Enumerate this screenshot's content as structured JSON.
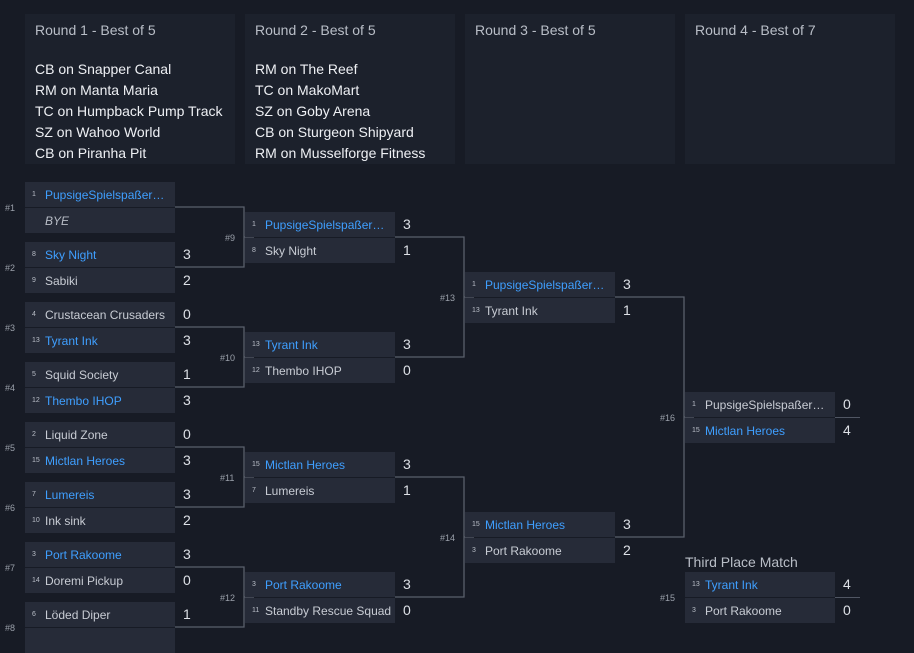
{
  "rounds": [
    {
      "title": "Round 1 - Best of 5",
      "maps": [
        "CB on Snapper Canal",
        "RM on Manta Maria",
        "TC on Humpback Pump Track",
        "SZ on Wahoo World",
        "CB on Piranha Pit"
      ]
    },
    {
      "title": "Round 2 - Best of 5",
      "maps": [
        "RM on The Reef",
        "TC on MakoMart",
        "SZ on Goby Arena",
        "CB on Sturgeon Shipyard",
        "RM on Musselforge Fitness"
      ]
    },
    {
      "title": "Round 3 - Best of 5",
      "maps": []
    },
    {
      "title": "Round 4 - Best of 7",
      "maps": []
    }
  ],
  "third_place_title": "Third Place Match",
  "matches": [
    {
      "id": "#1",
      "top": {
        "seed": "1",
        "name": "PupsigeSpielspaßerwerb",
        "score": "",
        "win": true
      },
      "bottom": {
        "seed": "",
        "name": "BYE",
        "score": "",
        "bye": true
      }
    },
    {
      "id": "#2",
      "top": {
        "seed": "8",
        "name": "Sky Night",
        "score": "3",
        "win": true
      },
      "bottom": {
        "seed": "9",
        "name": "Sabiki",
        "score": "2"
      }
    },
    {
      "id": "#3",
      "top": {
        "seed": "4",
        "name": "Crustacean Crusaders",
        "score": "0"
      },
      "bottom": {
        "seed": "13",
        "name": "Tyrant Ink",
        "score": "3",
        "win": true
      }
    },
    {
      "id": "#4",
      "top": {
        "seed": "5",
        "name": "Squid Society",
        "score": "1"
      },
      "bottom": {
        "seed": "12",
        "name": "Thembo IHOP",
        "score": "3",
        "win": true
      }
    },
    {
      "id": "#5",
      "top": {
        "seed": "2",
        "name": "Liquid Zone",
        "score": "0"
      },
      "bottom": {
        "seed": "15",
        "name": "Mictlan Heroes",
        "score": "3",
        "win": true
      }
    },
    {
      "id": "#6",
      "top": {
        "seed": "7",
        "name": "Lumereis",
        "score": "3",
        "win": true
      },
      "bottom": {
        "seed": "10",
        "name": "Ink sink",
        "score": "2"
      }
    },
    {
      "id": "#7",
      "top": {
        "seed": "3",
        "name": "Port Rakoome",
        "score": "3",
        "win": true
      },
      "bottom": {
        "seed": "14",
        "name": "Doremi Pickup",
        "score": "0"
      }
    },
    {
      "id": "#8",
      "top": {
        "seed": "6",
        "name": "Löded Diper",
        "score": "1"
      },
      "bottom": {
        "seed": "",
        "name": "",
        "score": ""
      }
    },
    {
      "id": "#9",
      "top": {
        "seed": "1",
        "name": "PupsigeSpielspaßerwerb",
        "score": "3",
        "win": true
      },
      "bottom": {
        "seed": "8",
        "name": "Sky Night",
        "score": "1"
      }
    },
    {
      "id": "#10",
      "top": {
        "seed": "13",
        "name": "Tyrant Ink",
        "score": "3",
        "win": true
      },
      "bottom": {
        "seed": "12",
        "name": "Thembo IHOP",
        "score": "0"
      }
    },
    {
      "id": "#11",
      "top": {
        "seed": "15",
        "name": "Mictlan Heroes",
        "score": "3",
        "win": true
      },
      "bottom": {
        "seed": "7",
        "name": "Lumereis",
        "score": "1"
      }
    },
    {
      "id": "#12",
      "top": {
        "seed": "3",
        "name": "Port Rakoome",
        "score": "3",
        "win": true
      },
      "bottom": {
        "seed": "11",
        "name": "Standby Rescue Squad",
        "score": "0"
      }
    },
    {
      "id": "#13",
      "top": {
        "seed": "1",
        "name": "PupsigeSpielspaßerwerb",
        "score": "3",
        "win": true
      },
      "bottom": {
        "seed": "13",
        "name": "Tyrant Ink",
        "score": "1"
      }
    },
    {
      "id": "#14",
      "top": {
        "seed": "15",
        "name": "Mictlan Heroes",
        "score": "3",
        "win": true
      },
      "bottom": {
        "seed": "3",
        "name": "Port Rakoome",
        "score": "2"
      }
    },
    {
      "id": "#16",
      "top": {
        "seed": "1",
        "name": "PupsigeSpielspaßerwerb",
        "score": "0"
      },
      "bottom": {
        "seed": "15",
        "name": "Mictlan Heroes",
        "score": "4",
        "win": true
      }
    },
    {
      "id": "#15",
      "top": {
        "seed": "13",
        "name": "Tyrant Ink",
        "score": "4",
        "win": true
      },
      "bottom": {
        "seed": "3",
        "name": "Port Rakoome",
        "score": "0"
      }
    }
  ],
  "colors": {
    "background": "#171b25",
    "panel": "#1c212c",
    "team_row": "#262b38",
    "winner_text": "#3f9fff",
    "connector": "#5a606c"
  }
}
